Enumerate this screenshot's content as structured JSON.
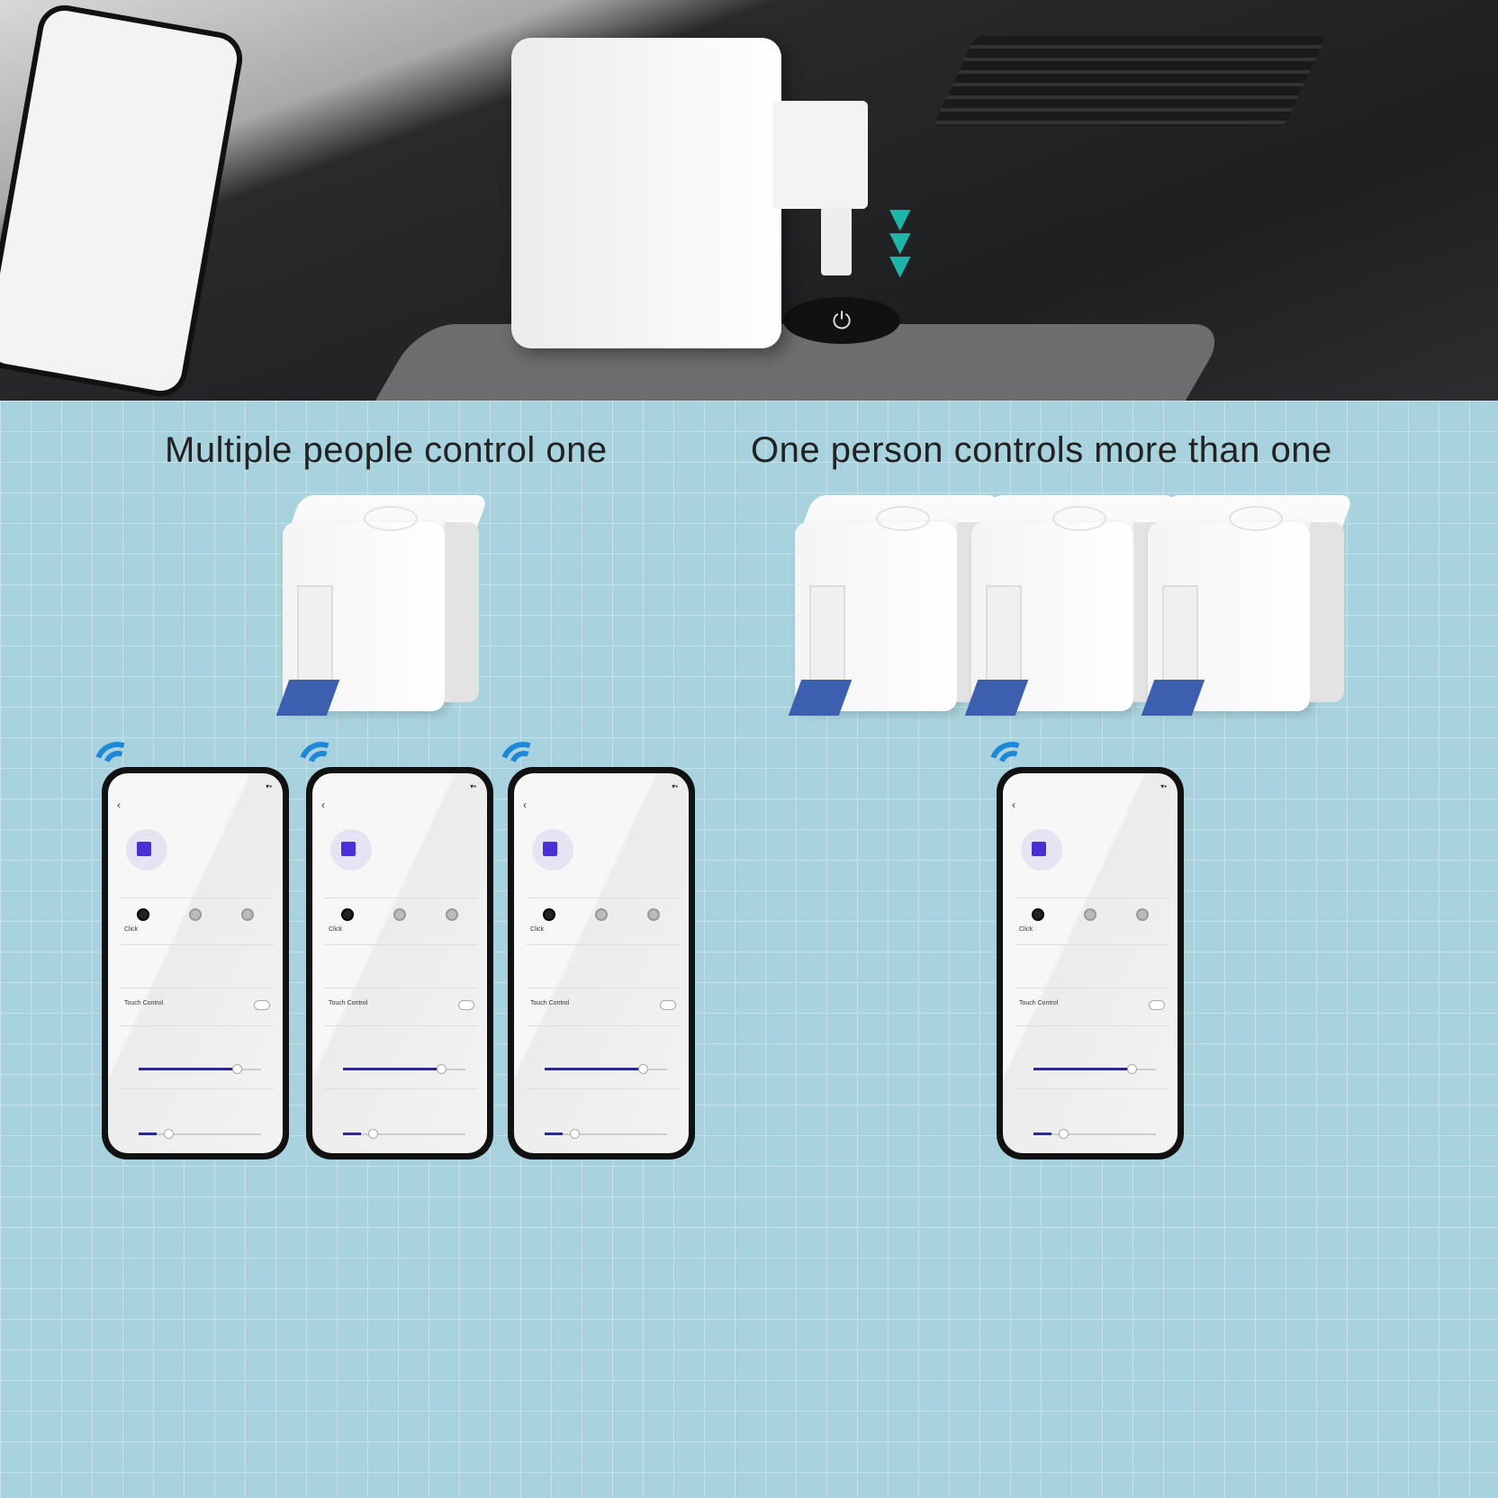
{
  "headings": {
    "left": "Multiple people control one",
    "right": "One person controls more than one"
  },
  "phone_ui": {
    "mode_label": "Click",
    "toggle_label": "Touch Control",
    "slider1_fraction": 0.8,
    "slider2_fraction": 0.15
  },
  "colors": {
    "background": "#a8d2dd",
    "accent": "#4b2fd6",
    "wifi": "#1e88d8",
    "arrow": "#1fb5a8"
  }
}
